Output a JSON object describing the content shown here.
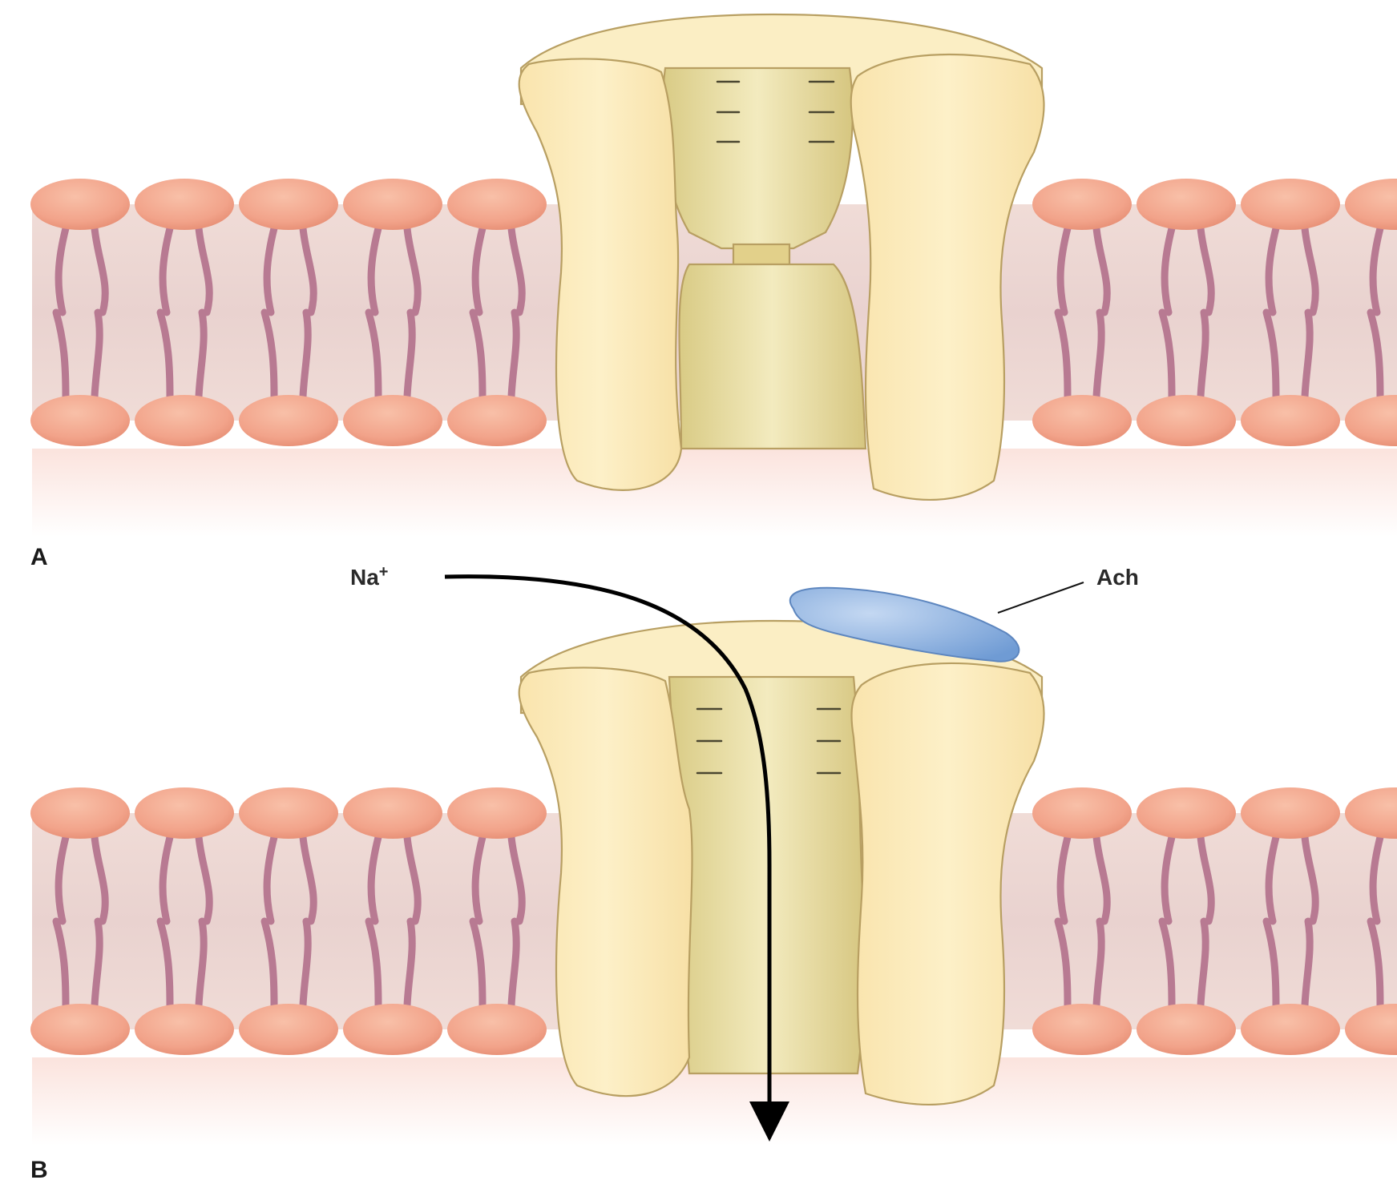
{
  "panels": [
    {
      "id": "A",
      "letter": "A",
      "state": "closed"
    },
    {
      "id": "B",
      "letter": "B",
      "state": "open"
    }
  ],
  "labels": {
    "ion": "Na",
    "ion_charge": "+",
    "ligand": "Ach"
  },
  "colors": {
    "phospholipid_head": "#f2a38a",
    "phospholipid_tail": "#b87a92",
    "membrane_core": "#edd6d3",
    "channel_body": "#fbe9b8",
    "channel_pore": "#e6d99a",
    "ligand": "#8fb3de",
    "arrow": "#000000"
  }
}
